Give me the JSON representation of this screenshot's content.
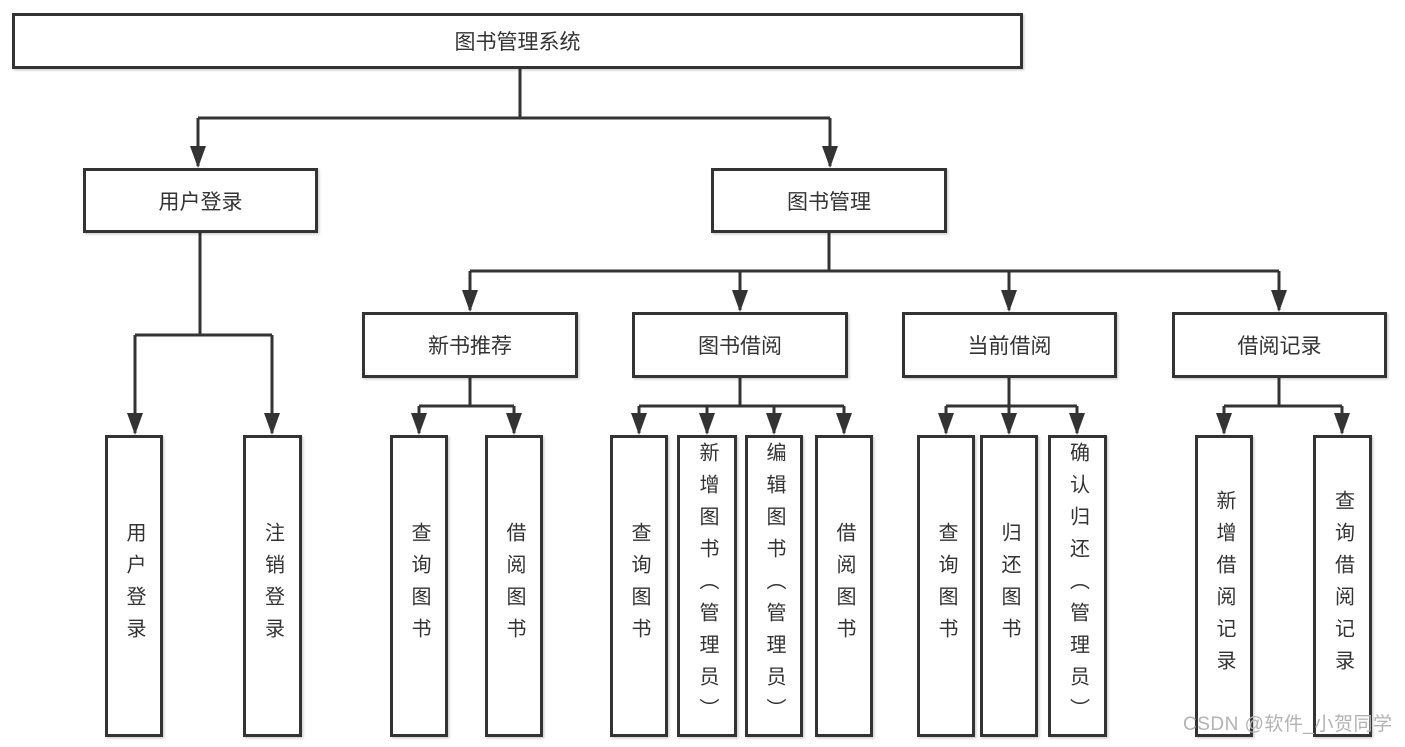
{
  "tree": {
    "label": "图书管理系统",
    "children": [
      {
        "label": "用户登录",
        "children": [
          {
            "label": "用户登录"
          },
          {
            "label": "注销登录"
          }
        ]
      },
      {
        "label": "图书管理",
        "children": [
          {
            "label": "新书推荐",
            "children": [
              {
                "label": "查询图书"
              },
              {
                "label": "借阅图书"
              }
            ]
          },
          {
            "label": "图书借阅",
            "children": [
              {
                "label": "查询图书"
              },
              {
                "label": "新增图书（管理员）"
              },
              {
                "label": "编辑图书（管理员）"
              },
              {
                "label": "借阅图书"
              }
            ]
          },
          {
            "label": "当前借阅",
            "children": [
              {
                "label": "查询图书"
              },
              {
                "label": "归还图书"
              },
              {
                "label": "确认归还（管理员）"
              }
            ]
          },
          {
            "label": "借阅记录",
            "children": [
              {
                "label": "新增借阅记录"
              },
              {
                "label": "查询借阅记录"
              }
            ]
          }
        ]
      }
    ]
  },
  "watermark": "CSDN @软件_小贺同学",
  "colors": {
    "line": "#333333",
    "text": "#333333",
    "box_background": "#ffffff",
    "watermark": "#b3b3b3",
    "page_background": "#ffffff"
  }
}
